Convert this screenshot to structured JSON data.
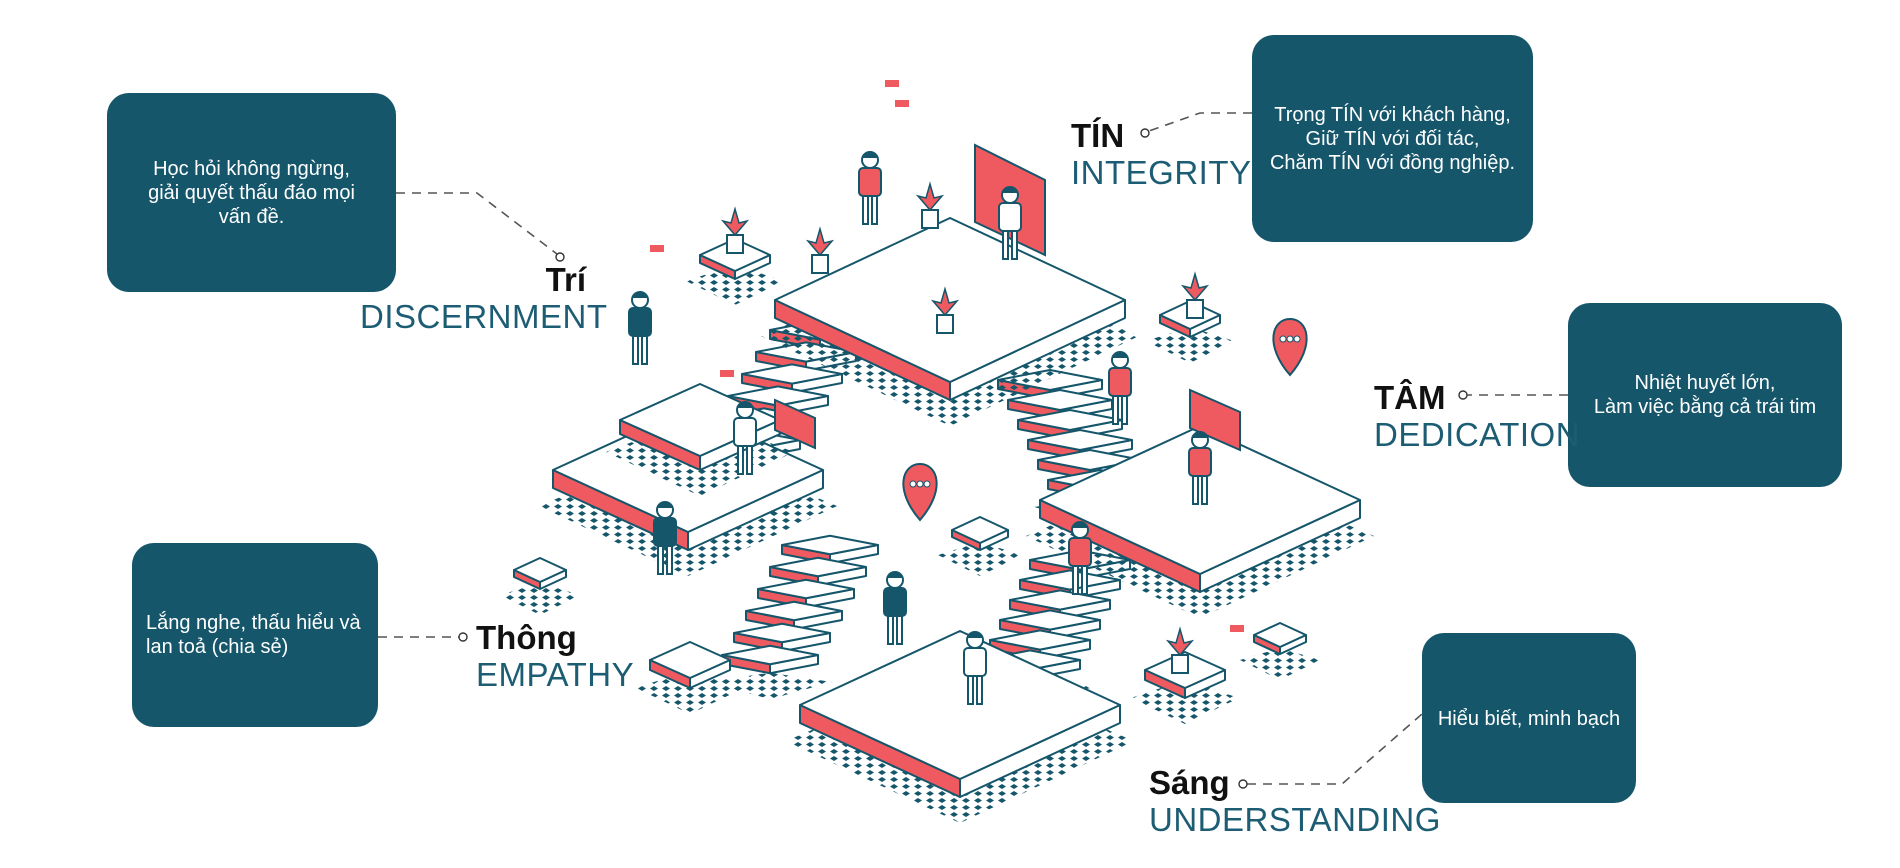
{
  "values": {
    "tri": {
      "name": "Trí",
      "english": "DISCERNMENT",
      "description": [
        "Học hỏi không ngừng,",
        "giải quyết thấu đáo mọi",
        "vấn đề."
      ]
    },
    "tin": {
      "name": "TÍN",
      "english": "INTEGRITY",
      "description": [
        "Trọng TÍN với khách hàng,",
        "Giữ TÍN với đối tác,",
        "Chăm TÍN với đồng nghiệp."
      ]
    },
    "tam": {
      "name": "TÂM",
      "english": "DEDICATION",
      "description": [
        "Nhiệt huyết lớn,",
        "Làm việc bằng cả trái tim"
      ]
    },
    "thong": {
      "name": "Thông",
      "english": "EMPATHY",
      "description": [
        "Lắng nghe, thấu hiểu và",
        "lan toả (chia sẻ)"
      ]
    },
    "sang": {
      "name": "Sáng",
      "english": "UNDERSTANDING",
      "description": [
        "Hiểu biết, minh bạch"
      ]
    }
  },
  "colors": {
    "box": "#15566b",
    "accent": "#ee5a5f",
    "outline": "#15566b",
    "label_en": "#1d5d74"
  }
}
